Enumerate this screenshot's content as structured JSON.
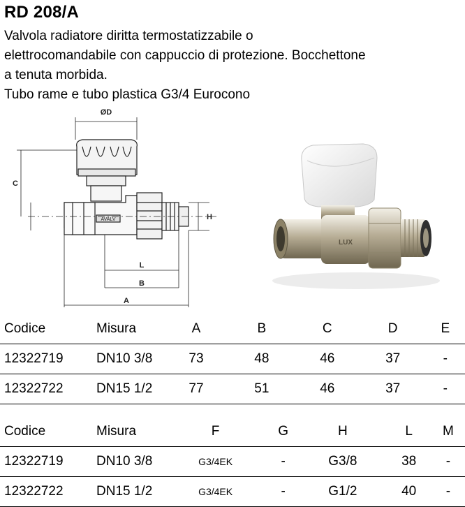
{
  "product": {
    "title": "RD 208/A",
    "description_lines": [
      "Valvola radiatore diritta termostatizzabile o",
      "elettrocomandabile con cappuccio di protezione. Bocchettone",
      "a tenuta morbida.",
      "Tubo rame e tubo plastica G3/4 Eurocono"
    ]
  },
  "drawing": {
    "labels": {
      "d": "ØD",
      "c": "C",
      "h": "H",
      "l": "L",
      "b": "B",
      "a": "A"
    }
  },
  "photo": {
    "brand": "LUX"
  },
  "table1": {
    "headers": [
      "Codice",
      "Misura",
      "A",
      "B",
      "C",
      "D",
      "E"
    ],
    "rows": [
      [
        "12322719",
        "DN10 3/8",
        "73",
        "48",
        "46",
        "37",
        "-"
      ],
      [
        "12322722",
        "DN15 1/2",
        "77",
        "51",
        "46",
        "37",
        "-"
      ]
    ]
  },
  "table2": {
    "headers": [
      "Codice",
      "Misura",
      "F",
      "G",
      "H",
      "L",
      "M"
    ],
    "rows": [
      [
        "12322719",
        "DN10 3/8",
        "G3/4EK",
        "-",
        "G3/8",
        "38",
        "-"
      ],
      [
        "12322722",
        "DN15 1/2",
        "G3/4EK",
        "-",
        "G1/2",
        "40",
        "-"
      ]
    ]
  }
}
